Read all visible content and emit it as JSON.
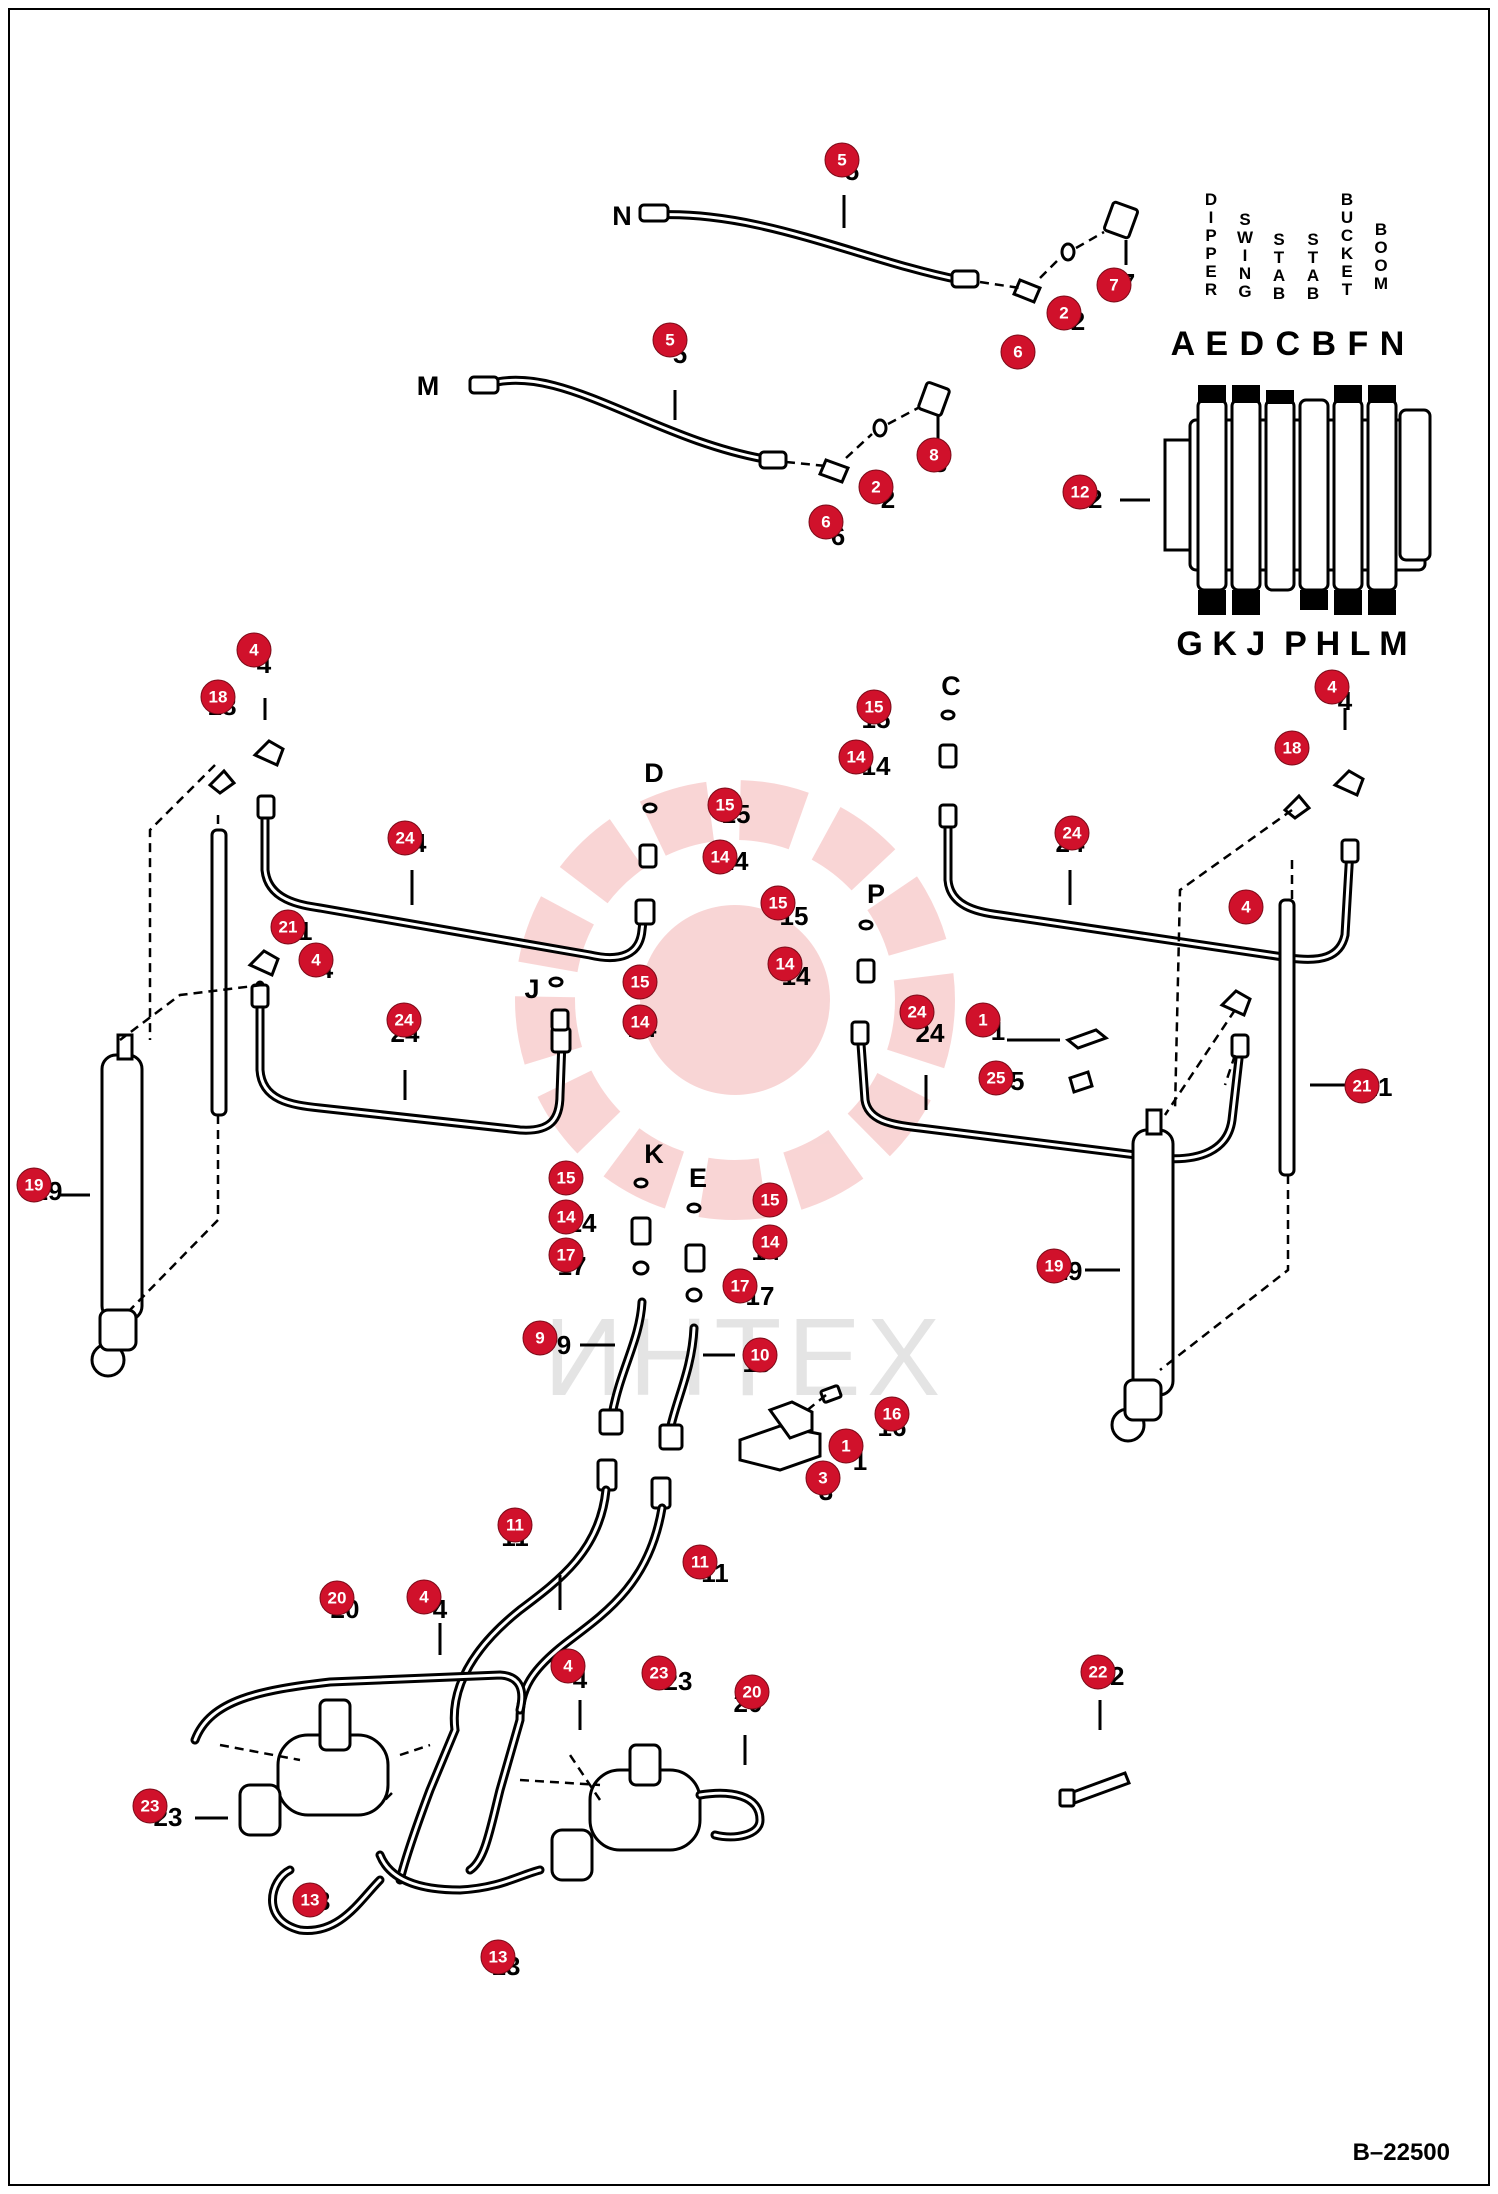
{
  "figure_code": "B–22500",
  "watermark_text": "ИНТЕХ",
  "accent_color": "#d0112b",
  "watermark_color": "#f4b3b3",
  "port_letters": {
    "N": "N",
    "M": "M",
    "C": "C",
    "D": "D",
    "P": "P",
    "J": "J",
    "K": "K",
    "E": "E"
  },
  "valve_top_words": [
    "DIPPER",
    "SWING",
    "STAB",
    "STAB",
    "BUCKET",
    "BOOM"
  ],
  "valve_top_letters": "A E D C B F N",
  "valve_bottom_letters": "G K J  P H L M",
  "callouts": [
    {
      "n": "5",
      "id": "c-5-top"
    },
    {
      "n": "7",
      "id": "c-7"
    },
    {
      "n": "2",
      "id": "c-2-top"
    },
    {
      "n": "6",
      "id": "c-6-top"
    },
    {
      "n": "5",
      "id": "c-5-mid"
    },
    {
      "n": "8",
      "id": "c-8"
    },
    {
      "n": "2",
      "id": "c-2-mid"
    },
    {
      "n": "6",
      "id": "c-6-mid"
    },
    {
      "n": "12",
      "id": "c-12"
    },
    {
      "n": "4",
      "id": "c-4-tl"
    },
    {
      "n": "18",
      "id": "c-18-l"
    },
    {
      "n": "15",
      "id": "c-15-c"
    },
    {
      "n": "4",
      "id": "c-4-tr"
    },
    {
      "n": "14",
      "id": "c-14-c"
    },
    {
      "n": "18",
      "id": "c-18-r"
    },
    {
      "n": "15",
      "id": "c-15-d"
    },
    {
      "n": "24",
      "id": "c-24-tl"
    },
    {
      "n": "24",
      "id": "c-24-tr"
    },
    {
      "n": "14",
      "id": "c-14-d"
    },
    {
      "n": "15",
      "id": "c-15-p"
    },
    {
      "n": "4",
      "id": "c-4-mr"
    },
    {
      "n": "21",
      "id": "c-21-l"
    },
    {
      "n": "4",
      "id": "c-4-ml"
    },
    {
      "n": "14",
      "id": "c-14-p"
    },
    {
      "n": "15",
      "id": "c-15-j"
    },
    {
      "n": "24",
      "id": "c-24-ml"
    },
    {
      "n": "14",
      "id": "c-14-j"
    },
    {
      "n": "24",
      "id": "c-24-mr"
    },
    {
      "n": "1",
      "id": "c-1-top"
    },
    {
      "n": "25",
      "id": "c-25"
    },
    {
      "n": "21",
      "id": "c-21-r"
    },
    {
      "n": "19",
      "id": "c-19-l"
    },
    {
      "n": "15",
      "id": "c-15-k"
    },
    {
      "n": "15",
      "id": "c-15-e"
    },
    {
      "n": "14",
      "id": "c-14-k"
    },
    {
      "n": "14",
      "id": "c-14-e"
    },
    {
      "n": "17",
      "id": "c-17-k"
    },
    {
      "n": "17",
      "id": "c-17-e"
    },
    {
      "n": "19",
      "id": "c-19-r"
    },
    {
      "n": "9",
      "id": "c-9"
    },
    {
      "n": "10",
      "id": "c-10"
    },
    {
      "n": "16",
      "id": "c-16"
    },
    {
      "n": "1",
      "id": "c-1-bot"
    },
    {
      "n": "3",
      "id": "c-3"
    },
    {
      "n": "11",
      "id": "c-11-l"
    },
    {
      "n": "11",
      "id": "c-11-r"
    },
    {
      "n": "20",
      "id": "c-20-l"
    },
    {
      "n": "4",
      "id": "c-4-bl"
    },
    {
      "n": "22",
      "id": "c-22"
    },
    {
      "n": "4",
      "id": "c-4-bm"
    },
    {
      "n": "23",
      "id": "c-23-r"
    },
    {
      "n": "20",
      "id": "c-20-r"
    },
    {
      "n": "23",
      "id": "c-23-l"
    },
    {
      "n": "13",
      "id": "c-13-l"
    },
    {
      "n": "13",
      "id": "c-13-r"
    }
  ],
  "printed_numbers": [
    {
      "n": "2",
      "id": "p-2-top"
    },
    {
      "n": "2",
      "id": "p-2-mid"
    },
    {
      "n": "6",
      "id": "p-6-mid"
    },
    {
      "n": "5",
      "id": "p-5-mid"
    },
    {
      "n": "8",
      "id": "p-8"
    },
    {
      "n": "12",
      "id": "p-12"
    },
    {
      "n": "4",
      "id": "p-4-tl"
    },
    {
      "n": "18",
      "id": "p-18-l"
    },
    {
      "n": "15",
      "id": "p-15-c"
    },
    {
      "n": "14",
      "id": "p-14-c"
    },
    {
      "n": "4",
      "id": "p-4-tr"
    },
    {
      "n": "24",
      "id": "p-24-tl"
    },
    {
      "n": "24",
      "id": "p-24-tr"
    },
    {
      "n": "15",
      "id": "p-15-d"
    },
    {
      "n": "14",
      "id": "p-14-d"
    },
    {
      "n": "15",
      "id": "p-15-p"
    },
    {
      "n": "14",
      "id": "p-14-p"
    },
    {
      "n": "21",
      "id": "p-21-l"
    },
    {
      "n": "4",
      "id": "p-4-ml"
    },
    {
      "n": "24",
      "id": "p-24-ml"
    },
    {
      "n": "14",
      "id": "p-14-j"
    },
    {
      "n": "24",
      "id": "p-24-mr"
    },
    {
      "n": "1",
      "id": "p-1-top"
    },
    {
      "n": "25",
      "id": "p-25"
    },
    {
      "n": "21",
      "id": "p-21-r"
    },
    {
      "n": "19",
      "id": "p-19-l"
    },
    {
      "n": "19",
      "id": "p-19-r"
    },
    {
      "n": "14",
      "id": "p-14-k"
    },
    {
      "n": "17",
      "id": "p-17-k"
    },
    {
      "n": "14",
      "id": "p-14-e"
    },
    {
      "n": "17",
      "id": "p-17-e"
    },
    {
      "n": "9",
      "id": "p-9"
    },
    {
      "n": "10",
      "id": "p-10"
    },
    {
      "n": "16",
      "id": "p-16"
    },
    {
      "n": "1",
      "id": "p-1-bot"
    },
    {
      "n": "3",
      "id": "p-3"
    },
    {
      "n": "11",
      "id": "p-11-l"
    },
    {
      "n": "11",
      "id": "p-11-r"
    },
    {
      "n": "20",
      "id": "p-20-l"
    },
    {
      "n": "4",
      "id": "p-4-bl"
    },
    {
      "n": "4",
      "id": "p-4-bm"
    },
    {
      "n": "23",
      "id": "p-23-r"
    },
    {
      "n": "20",
      "id": "p-20-r"
    },
    {
      "n": "23",
      "id": "p-23-l"
    },
    {
      "n": "13",
      "id": "p-13-l"
    },
    {
      "n": "13",
      "id": "p-13-r"
    },
    {
      "n": "22",
      "id": "p-22"
    },
    {
      "n": "5",
      "id": "p-5-top"
    },
    {
      "n": "7",
      "id": "p-7"
    }
  ]
}
